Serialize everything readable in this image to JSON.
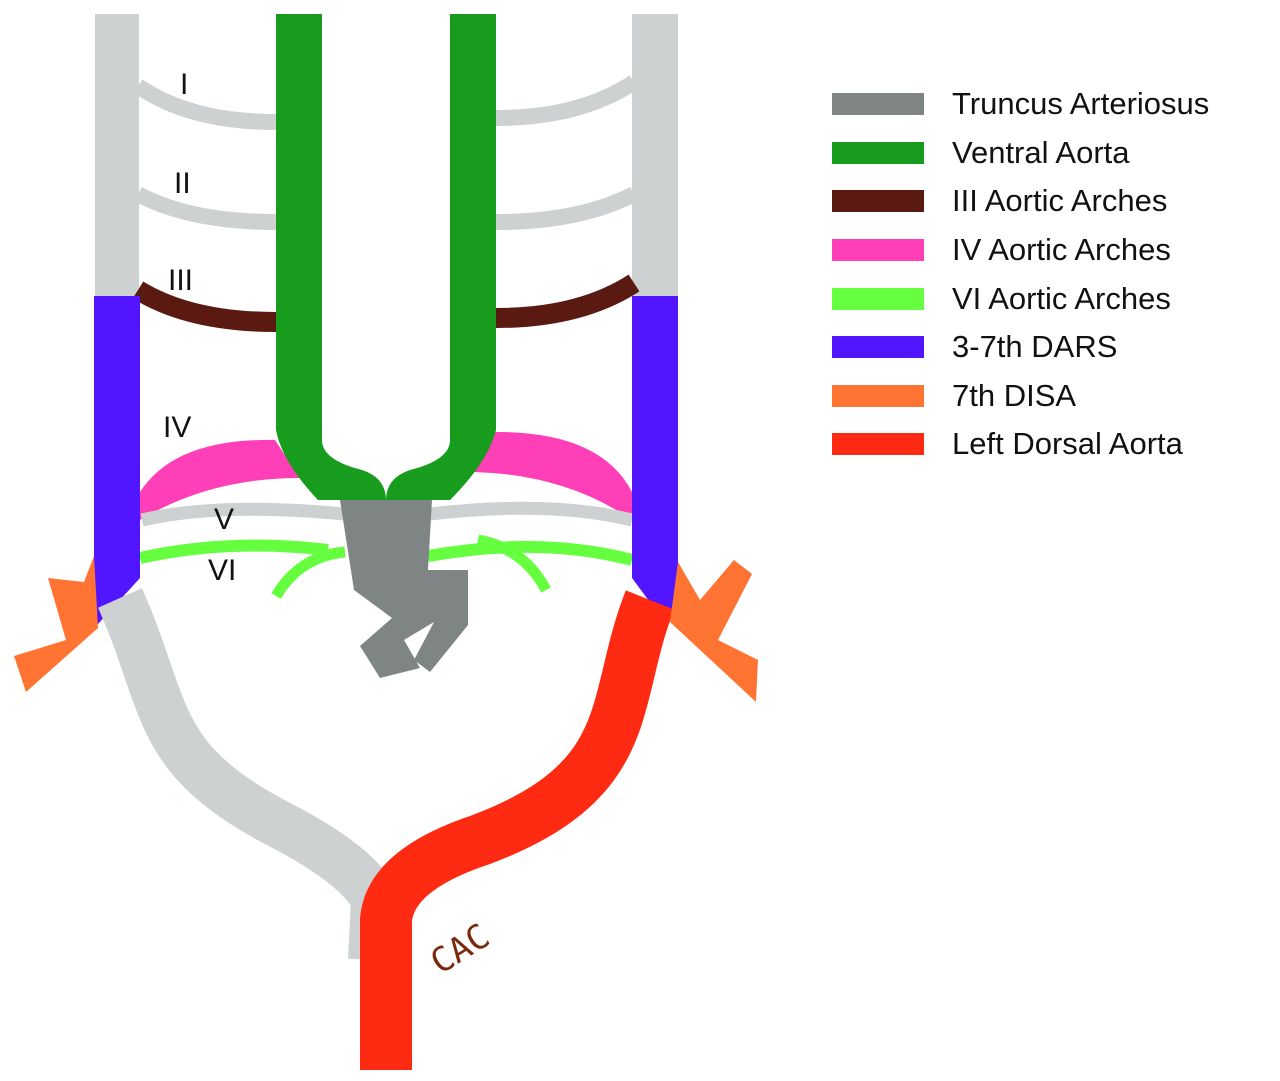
{
  "colors": {
    "background": "#ffffff",
    "truncus_arteriosus": "#7f8585",
    "ventral_aorta": "#179c1d",
    "arch_iii": "#5b1a11",
    "arch_iv": "#ff3fb8",
    "arch_vi": "#66ff40",
    "dars": "#5215ff",
    "disa": "#ff7433",
    "left_dorsal_aorta": "#ff2a12",
    "regressed_vessel": "#cdd1d1",
    "label_text": "#111111",
    "cac_text": "#7a2a0a"
  },
  "arch_labels": {
    "arch_i": "I",
    "arch_ii": "II",
    "arch_iii": "III",
    "arch_iv": "IV",
    "arch_v": "V",
    "arch_vi": "VI"
  },
  "annotation": {
    "cac": "CAC"
  },
  "legend": [
    {
      "label": "Truncus Arteriosus",
      "color": "#7f8585"
    },
    {
      "label": "Ventral Aorta",
      "color": "#179c1d"
    },
    {
      "label": "III Aortic Arches",
      "color": "#5b1a11"
    },
    {
      "label": "IV Aortic Arches",
      "color": "#ff3fb8"
    },
    {
      "label": "VI Aortic Arches",
      "color": "#66ff40"
    },
    {
      "label": "3-7th DARS",
      "color": "#5215ff"
    },
    {
      "label": "7th DISA",
      "color": "#ff7433"
    },
    {
      "label": "Left  Dorsal Aorta",
      "color": "#ff2a12"
    }
  ]
}
